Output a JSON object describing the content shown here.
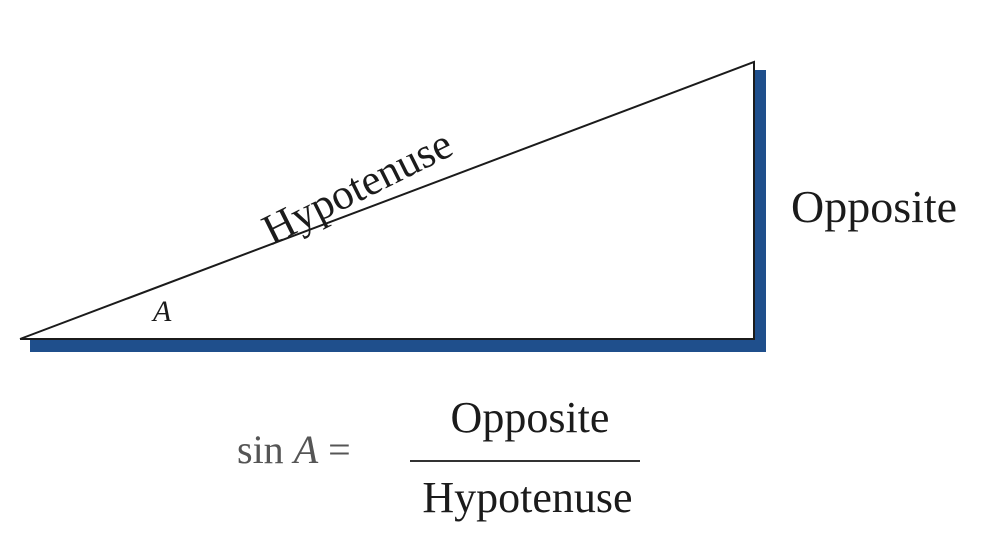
{
  "diagram": {
    "hypotenuse_label": "Hypotenuse",
    "opposite_label": "Opposite",
    "angle_label": "A",
    "highlight_color": "#1f4f8c",
    "line_color": "#1b1b1b"
  },
  "formula": {
    "function": "sin",
    "variable": "A",
    "equals": "=",
    "numerator": "Opposite",
    "denominator": "Hypotenuse"
  }
}
